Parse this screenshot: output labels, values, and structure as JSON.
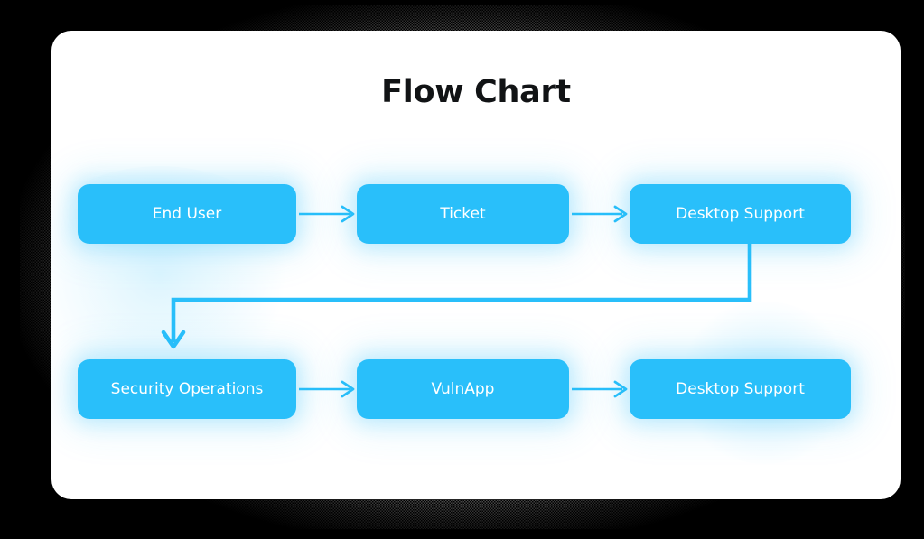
{
  "canvas": {
    "background_color": "#000000",
    "card_background": "#ffffff"
  },
  "header": {
    "title": "Flow Chart"
  },
  "theme": {
    "node_fill": "#29bffa",
    "node_text": "#ffffff",
    "connector_color": "#29bffa",
    "title_color": "#111315"
  },
  "chart_data": {
    "type": "diagram",
    "title": "Flow Chart",
    "nodes": [
      {
        "id": "end-user",
        "label": "End User",
        "row": 1,
        "col": 1
      },
      {
        "id": "ticket",
        "label": "Ticket",
        "row": 1,
        "col": 2
      },
      {
        "id": "desktop-support-1",
        "label": "Desktop Support",
        "row": 1,
        "col": 3
      },
      {
        "id": "security-operations",
        "label": "Security Operations",
        "row": 2,
        "col": 1
      },
      {
        "id": "vulnapp",
        "label": "VulnApp",
        "row": 2,
        "col": 2
      },
      {
        "id": "desktop-support-2",
        "label": "Desktop Support",
        "row": 2,
        "col": 3
      }
    ],
    "edges": [
      {
        "from": "end-user",
        "to": "ticket",
        "style": "straight-arrow",
        "direction": "right"
      },
      {
        "from": "ticket",
        "to": "desktop-support-1",
        "style": "straight-arrow",
        "direction": "right"
      },
      {
        "from": "desktop-support-1",
        "to": "security-operations",
        "style": "elbow-arrow",
        "direction": "down-left-down"
      },
      {
        "from": "security-operations",
        "to": "vulnapp",
        "style": "straight-arrow",
        "direction": "right"
      },
      {
        "from": "vulnapp",
        "to": "desktop-support-2",
        "style": "straight-arrow",
        "direction": "right"
      }
    ]
  },
  "nodes": {
    "row1": [
      {
        "label": "End User"
      },
      {
        "label": "Ticket"
      },
      {
        "label": "Desktop Support"
      }
    ],
    "row2": [
      {
        "label": "Security Operations"
      },
      {
        "label": "VulnApp"
      },
      {
        "label": "Desktop Support"
      }
    ]
  },
  "icons": {
    "arrow_right": "arrow-right-icon",
    "arrow_down": "arrow-down-icon"
  }
}
